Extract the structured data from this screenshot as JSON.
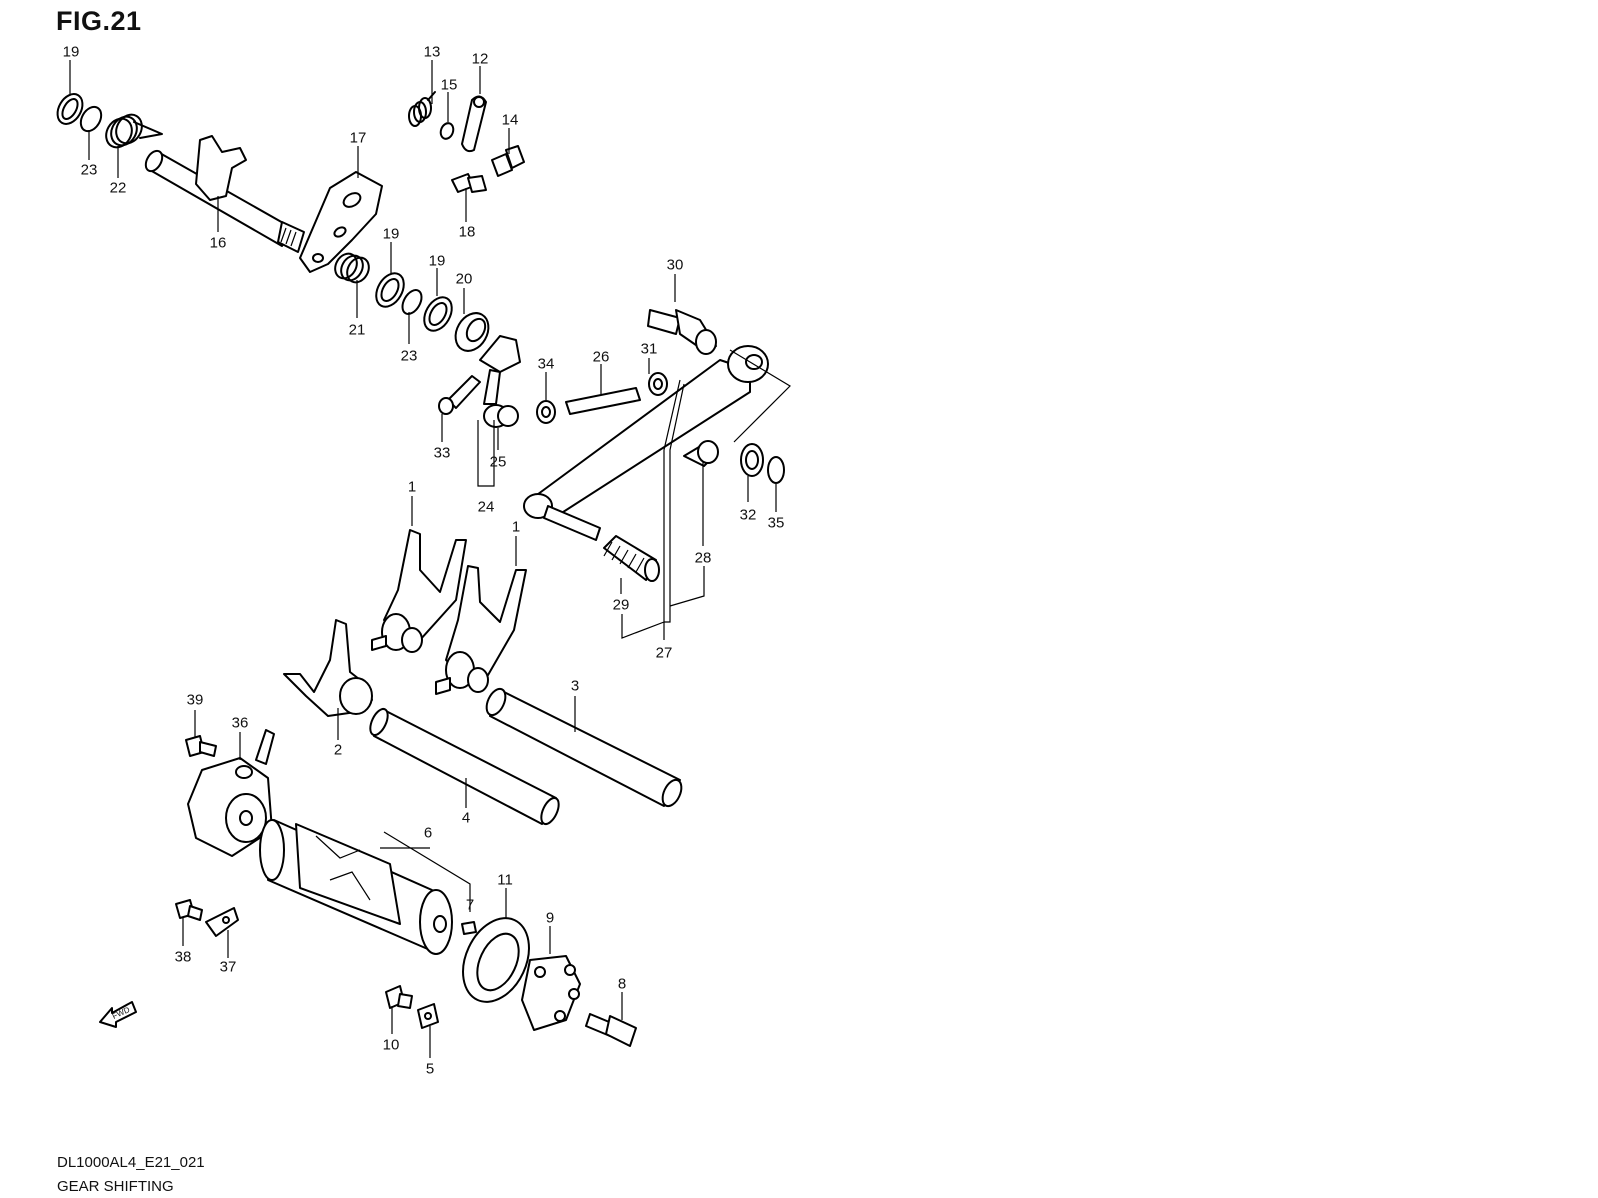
{
  "figure": {
    "title": "FIG.21"
  },
  "footer": {
    "code": "DL1000AL4_E21_021",
    "name": "GEAR SHIFTING"
  },
  "fwd_label": "FWD",
  "callouts": [
    {
      "id": "c19a",
      "text": "19"
    },
    {
      "id": "c23a",
      "text": "23"
    },
    {
      "id": "c22",
      "text": "22"
    },
    {
      "id": "c16",
      "text": "16"
    },
    {
      "id": "c13",
      "text": "13"
    },
    {
      "id": "c15",
      "text": "15"
    },
    {
      "id": "c12",
      "text": "12"
    },
    {
      "id": "c14",
      "text": "14"
    },
    {
      "id": "c18",
      "text": "18"
    },
    {
      "id": "c17",
      "text": "17"
    },
    {
      "id": "c19b",
      "text": "19"
    },
    {
      "id": "c19c",
      "text": "19"
    },
    {
      "id": "c20",
      "text": "20"
    },
    {
      "id": "c21",
      "text": "21"
    },
    {
      "id": "c23b",
      "text": "23"
    },
    {
      "id": "c30",
      "text": "30"
    },
    {
      "id": "c34",
      "text": "34"
    },
    {
      "id": "c26",
      "text": "26"
    },
    {
      "id": "c31",
      "text": "31"
    },
    {
      "id": "c33",
      "text": "33"
    },
    {
      "id": "c25",
      "text": "25"
    },
    {
      "id": "c24",
      "text": "24"
    },
    {
      "id": "c32",
      "text": "32"
    },
    {
      "id": "c35",
      "text": "35"
    },
    {
      "id": "c28",
      "text": "28"
    },
    {
      "id": "c1a",
      "text": "1"
    },
    {
      "id": "c1b",
      "text": "1"
    },
    {
      "id": "c29",
      "text": "29"
    },
    {
      "id": "c27",
      "text": "27"
    },
    {
      "id": "c3",
      "text": "3"
    },
    {
      "id": "c39",
      "text": "39"
    },
    {
      "id": "c36",
      "text": "36"
    },
    {
      "id": "c2",
      "text": "2"
    },
    {
      "id": "c4",
      "text": "4"
    },
    {
      "id": "c6",
      "text": "6"
    },
    {
      "id": "c11",
      "text": "11"
    },
    {
      "id": "c7",
      "text": "7"
    },
    {
      "id": "c9",
      "text": "9"
    },
    {
      "id": "c38",
      "text": "38"
    },
    {
      "id": "c37",
      "text": "37"
    },
    {
      "id": "c8",
      "text": "8"
    },
    {
      "id": "c10",
      "text": "10"
    },
    {
      "id": "c5",
      "text": "5"
    }
  ]
}
